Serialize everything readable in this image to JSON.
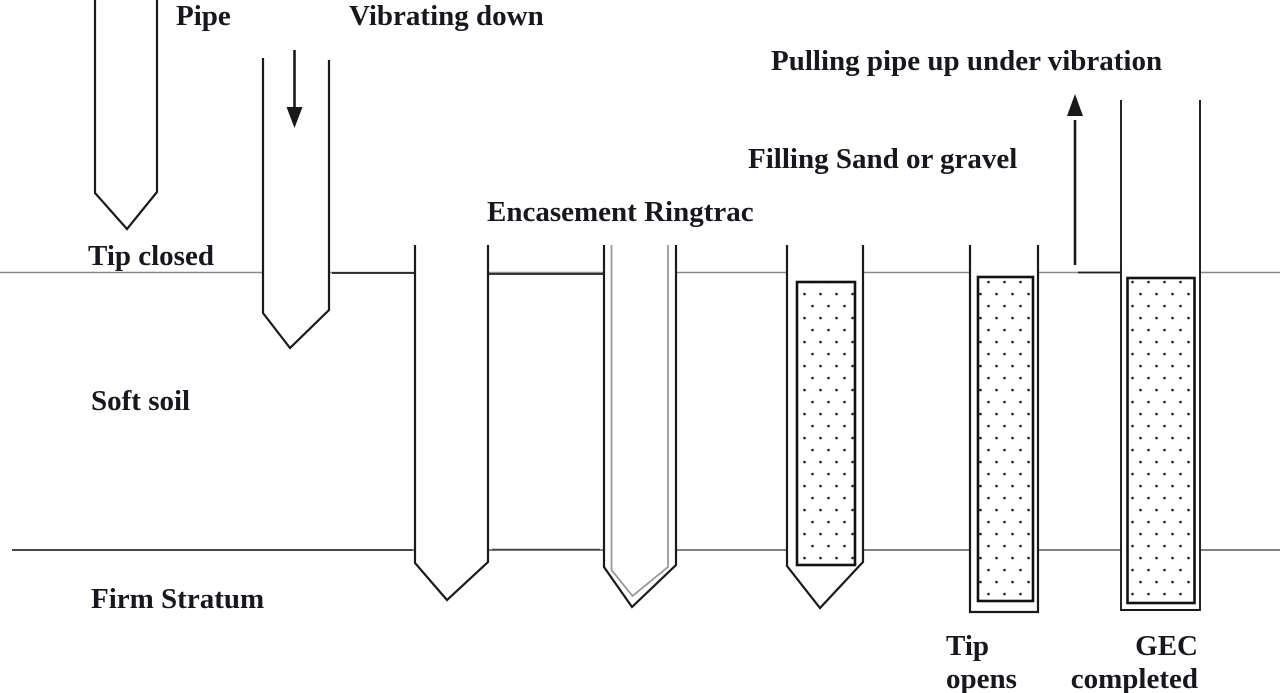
{
  "diagram": {
    "subject": "GEC installation sequence",
    "labels": {
      "pipe": "Pipe",
      "vibrating_down": "Vibrating down",
      "tip_closed": "Tip closed",
      "encasement_ringtrac": "Encasement Ringtrac",
      "filling_sand_or_gravel": "Filling Sand or gravel",
      "pulling_pipe_up": "Pulling pipe up under vibration",
      "soft_soil": "Soft soil",
      "firm_stratum": "Firm Stratum",
      "tip_opens": {
        "line1": "Tip",
        "line2": "opens"
      },
      "gec_completed": {
        "line1": "GEC",
        "line2": "completed"
      }
    },
    "icons": {
      "down_arrow": "↓",
      "up_arrow": "↑"
    },
    "colors": {
      "background": "#ffffff",
      "text": "#17171d",
      "pipe_outline": "#1a1a1a",
      "encasement_line": "#9a9a9a",
      "ground_line": "#8a8a8a",
      "firm_line": "#6f6f6f",
      "sand_dots": "#1a1a1a",
      "sand_fill": "#ffffff"
    }
  }
}
